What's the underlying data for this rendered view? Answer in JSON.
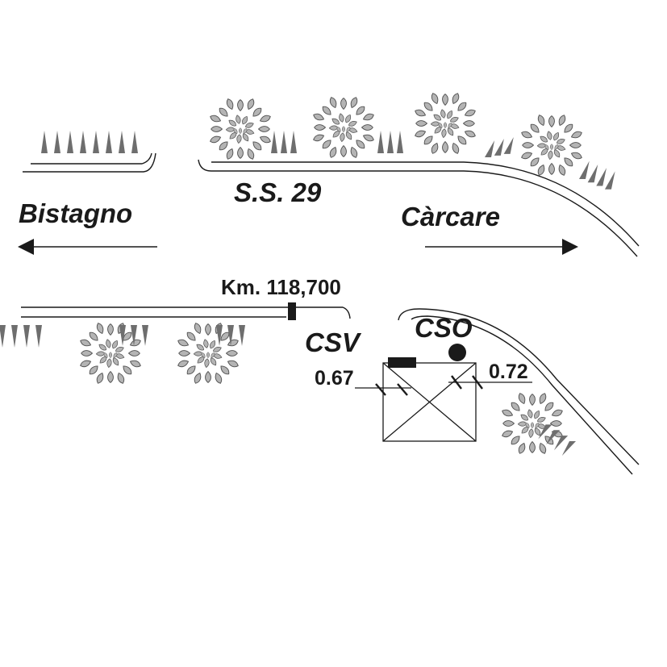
{
  "labels": {
    "road_name": "S.S. 29",
    "west_town": "Bistagno",
    "east_town": "Càrcare",
    "kilometer": "Km. 118,700",
    "vertical_sign_code": "CSV",
    "vertical_sign_value": "0.67",
    "observer_code": "CSO",
    "observer_value": "0.72"
  },
  "icons": {
    "west_direction": "arrow-left-icon",
    "east_direction": "arrow-right-icon",
    "kilometer_marker": "kilometer-post-icon",
    "vertical_sign": "sign-plate-icon",
    "observer": "observation-point-icon",
    "vegetation_bush": "bush-icon",
    "vegetation_grass": "grass-tuft-icon"
  },
  "colors": {
    "ink": "#1a1a1a",
    "vegetation_fill": "#b4b4b4",
    "vegetation_stroke": "#505050",
    "grass": "#6e6e6e"
  }
}
